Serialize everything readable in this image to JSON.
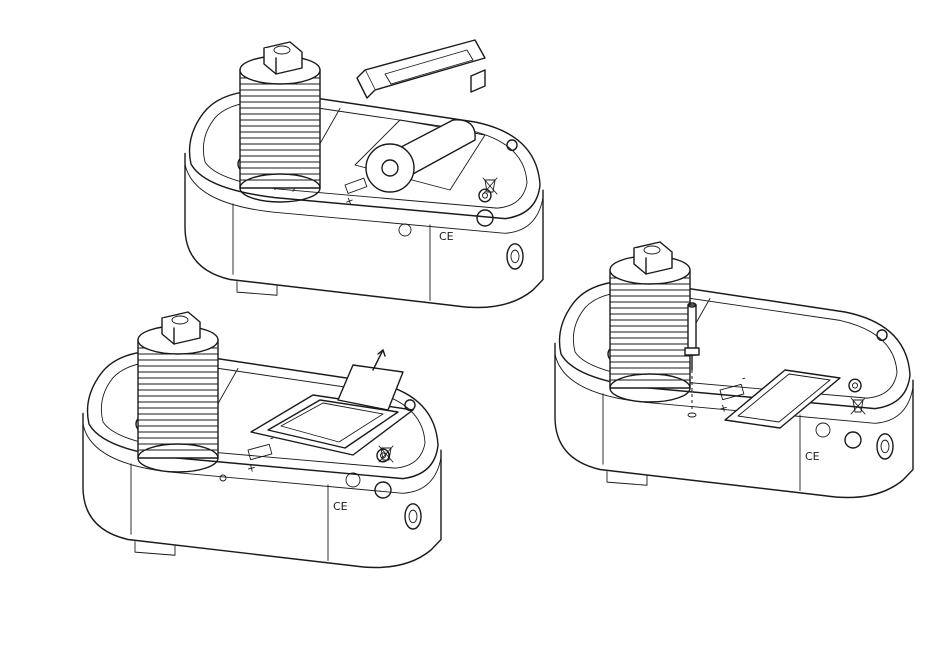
{
  "figures": [
    {
      "id": "top",
      "step": "insert-battery"
    },
    {
      "id": "bottom-left",
      "step": "pull-tab"
    },
    {
      "id": "bottom-right",
      "step": "reset-pin"
    }
  ],
  "colors": {
    "line": "#1a1a1a",
    "background": "#ffffff"
  },
  "icons": [
    "battery-symbol-icon",
    "ce-mark-icon",
    "weee-bin-icon",
    "arrow-up-icon"
  ],
  "battery_labels": {
    "minus": "-",
    "plus": "+"
  },
  "ce_mark": "CE"
}
